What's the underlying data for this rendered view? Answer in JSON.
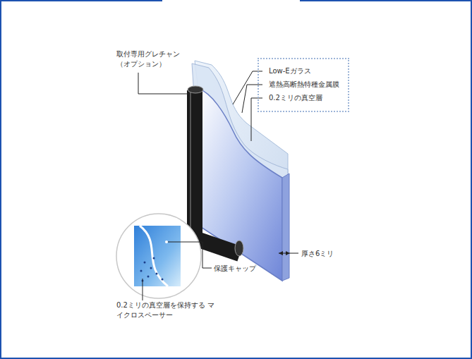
{
  "diagram": {
    "nodes": [
      {
        "text": [
          "Low-Eガラス",
          "遮熱高断熱特種金属膜",
          "0.2ミリの真空層"
        ]
      }
    ],
    "labels": [
      "取付専用グレチャン （オプション）",
      "厚さ6ミリ",
      "保護キャップ",
      "0.2ミリの真空層を保持する マイクロスペーサー"
    ]
  }
}
